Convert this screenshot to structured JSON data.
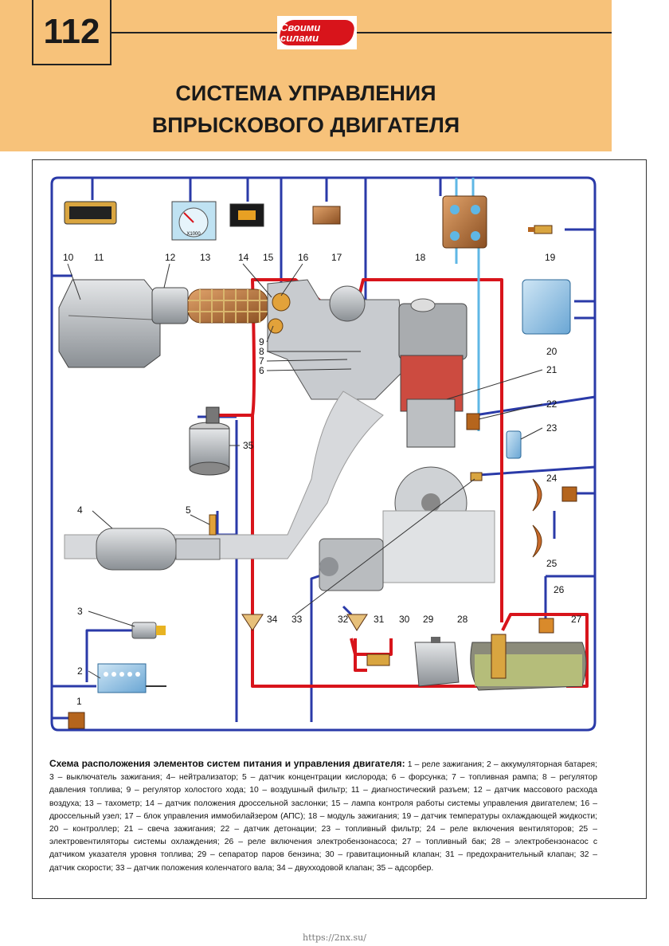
{
  "header": {
    "page_number": "112",
    "logo_text": "Своими силами",
    "title_line1": "СИСТЕМА УПРАВЛЕНИЯ",
    "title_line2": "ВПРЫСКОВОГО ДВИГАТЕЛЯ"
  },
  "colors": {
    "header_band": "#f7c27a",
    "control_wire": "#2a3aa8",
    "fuel_line": "#d8141b",
    "coolant_line": "#5fb7e5",
    "logo_red": "#d8141b"
  },
  "diagram": {
    "callouts": [
      "1",
      "2",
      "3",
      "4",
      "5",
      "6",
      "7",
      "8",
      "9",
      "10",
      "11",
      "12",
      "13",
      "14",
      "15",
      "16",
      "17",
      "18",
      "19",
      "20",
      "21",
      "22",
      "23",
      "24",
      "25",
      "26",
      "27",
      "28",
      "29",
      "30",
      "31",
      "32",
      "33",
      "34",
      "35"
    ],
    "tachometer_label": "Х1000"
  },
  "caption": {
    "heading": "Схема расположения элементов систем питания и управления двигателя:",
    "body": " 1 – реле зажигания; 2 – аккумуляторная батарея; 3 – выключатель зажигания; 4– нейтрализатор; 5 – датчик концентрации кислорода; 6 – форсунка; 7 – топливная рампа; 8 – регулятор давления топлива; 9 – регулятор холостого хода; 10 – воздушный фильтр; 11 – диагностический разъем; 12 – датчик массового расхода воздуха; 13 – тахометр; 14 – датчик положения дроссельной заслонки; 15 – лампа контроля работы системы управления двигателем; 16 – дроссельный узел; 17 – блок управления иммобилайзером (АПС); 18 – модуль зажигания; 19 – датчик температуры охлаждающей жидкости; 20 – контроллер; 21 – свеча зажигания; 22 – датчик детонации; 23 – топливный фильтр; 24 – реле включения вентиляторов; 25 – электровентиляторы системы охлаждения; 26 – реле включения электробензонасоса; 27 – топливный бак; 28 – электробензонасос с датчиком указателя уровня топлива; 29 – сепаратор паров бензина; 30 – гравитационный клапан; 31 – предохранительный клапан; 32 – датчик скорости; 33 – датчик положения коленчатого вала; 34 – двухходовой клапан; 35 – адсорбер."
  },
  "footer": {
    "url": "https://2nx.su/"
  }
}
